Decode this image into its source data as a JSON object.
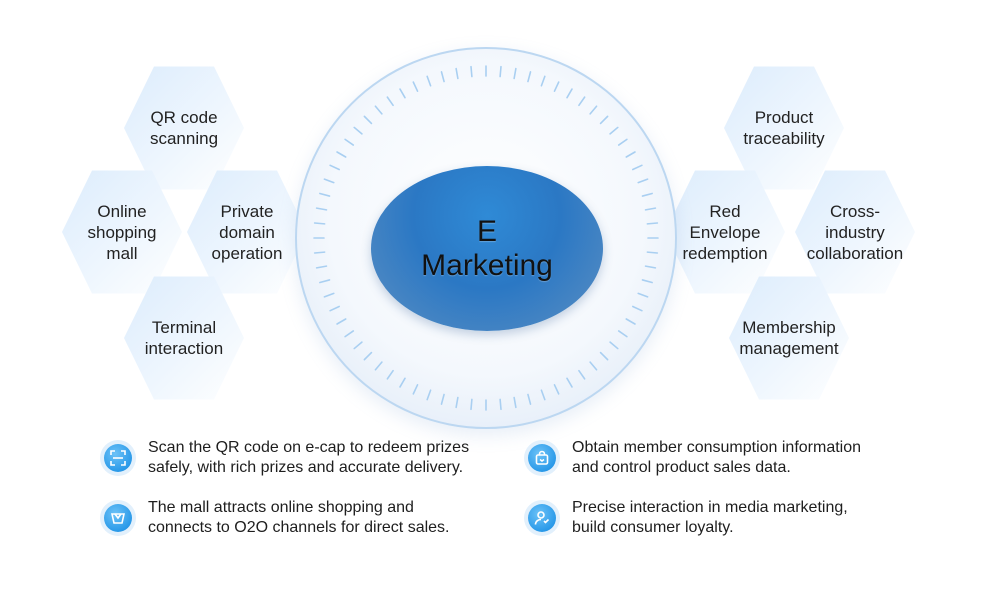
{
  "center": {
    "line1": "E",
    "line2": "Marketing"
  },
  "left_hexes": [
    {
      "label": "QR code\nscanning"
    },
    {
      "label": "Online\nshopping\nmall"
    },
    {
      "label": "Private\ndomain\noperation"
    },
    {
      "label": "Terminal\ninteraction"
    }
  ],
  "right_hexes": [
    {
      "label": "Product\ntraceability"
    },
    {
      "label": "Red\nEnvelope\nredemption"
    },
    {
      "label": "Cross-\nindustry\ncollaboration"
    },
    {
      "label": "Membership\nmanagement"
    }
  ],
  "bullets": [
    {
      "icon": "scan-icon",
      "text": "Scan the QR code on e-cap to redeem prizes\nsafely, with rich prizes and accurate delivery."
    },
    {
      "icon": "shopping-basket-icon",
      "text": "The mall attracts online shopping and\nconnects to O2O channels for direct sales."
    },
    {
      "icon": "shopping-bag-icon",
      "text": "Obtain member consumption information\nand control product sales data."
    },
    {
      "icon": "user-interaction-icon",
      "text": "Precise interaction in media marketing,\nbuild consumer loyalty."
    }
  ],
  "colors": {
    "accent": "#2b9ae9",
    "core": "#2b78c4",
    "hex_fill": "#e6f1fd"
  }
}
